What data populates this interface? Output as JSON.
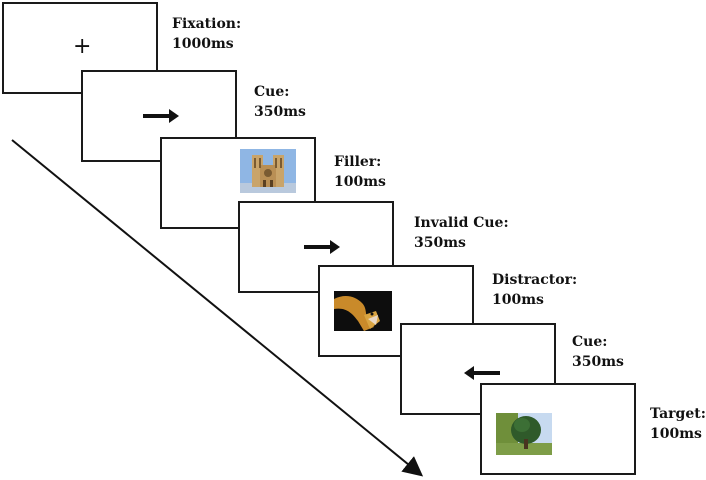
{
  "frames": [
    {
      "name": "Fixation:",
      "duration": "1000ms",
      "stimulus": "fixation-cross",
      "symbol": "+"
    },
    {
      "name": "Cue:",
      "duration": "350ms",
      "stimulus": "right-arrow"
    },
    {
      "name": "Filler:",
      "duration": "100ms",
      "stimulus": "cathedral-photo"
    },
    {
      "name": "Invalid Cue:",
      "duration": "350ms",
      "stimulus": "right-arrow"
    },
    {
      "name": "Distractor:",
      "duration": "100ms",
      "stimulus": "snake-photo"
    },
    {
      "name": "Cue:",
      "duration": "350ms",
      "stimulus": "left-arrow"
    },
    {
      "name": "Target:",
      "duration": "100ms",
      "stimulus": "tree-photo"
    }
  ],
  "colors": {
    "ink": "#111111",
    "sky": "#8fb6e4",
    "stone": "#c9a46a",
    "grass": "#6f8f3a"
  }
}
